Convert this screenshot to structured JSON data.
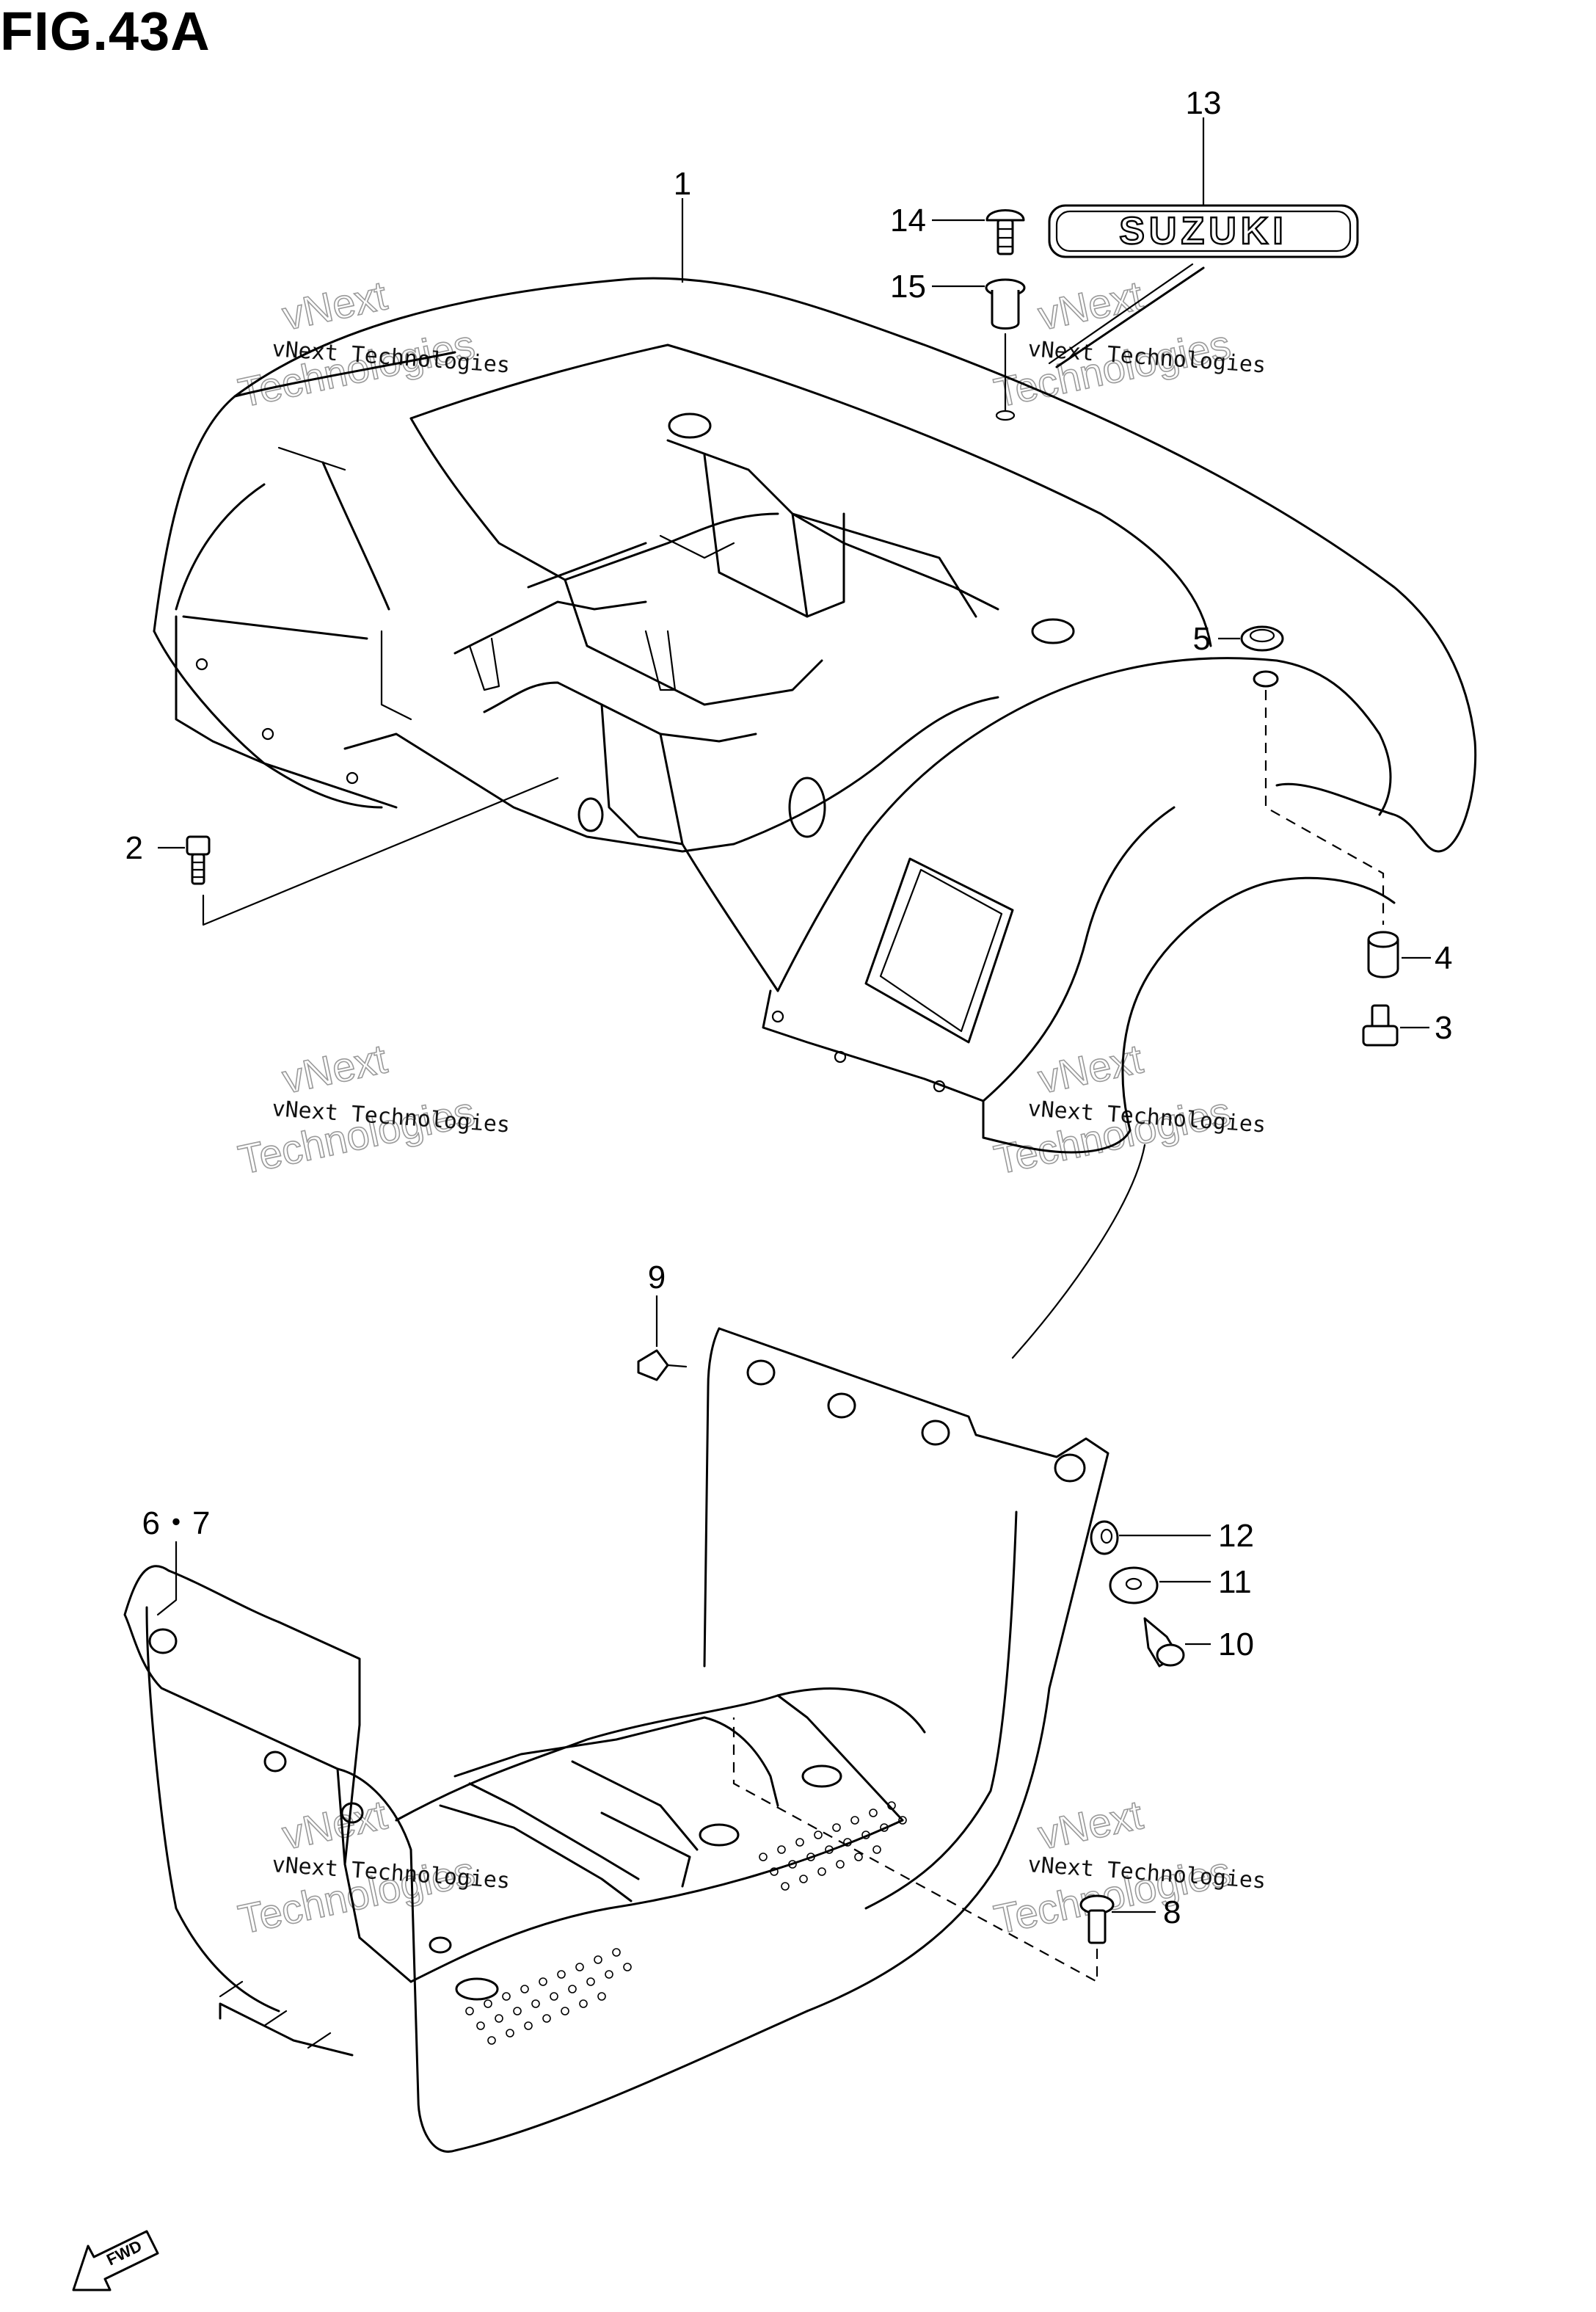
{
  "figure": {
    "title": "FIG.43A",
    "brand_text": "SUZUKI",
    "direction_label": "FWD"
  },
  "callouts": [
    {
      "id": "1",
      "label": "1"
    },
    {
      "id": "2",
      "label": "2"
    },
    {
      "id": "3",
      "label": "3"
    },
    {
      "id": "4",
      "label": "4"
    },
    {
      "id": "5",
      "label": "5"
    },
    {
      "id": "6-7",
      "label": "6・7"
    },
    {
      "id": "8",
      "label": "8"
    },
    {
      "id": "9",
      "label": "9"
    },
    {
      "id": "10",
      "label": "10"
    },
    {
      "id": "11",
      "label": "11"
    },
    {
      "id": "12",
      "label": "12"
    },
    {
      "id": "13",
      "label": "13"
    },
    {
      "id": "14",
      "label": "14"
    },
    {
      "id": "15",
      "label": "15"
    }
  ],
  "watermark": {
    "small": "vNext Technologies",
    "large_top": "vNext",
    "large_bottom": "Technologies"
  }
}
